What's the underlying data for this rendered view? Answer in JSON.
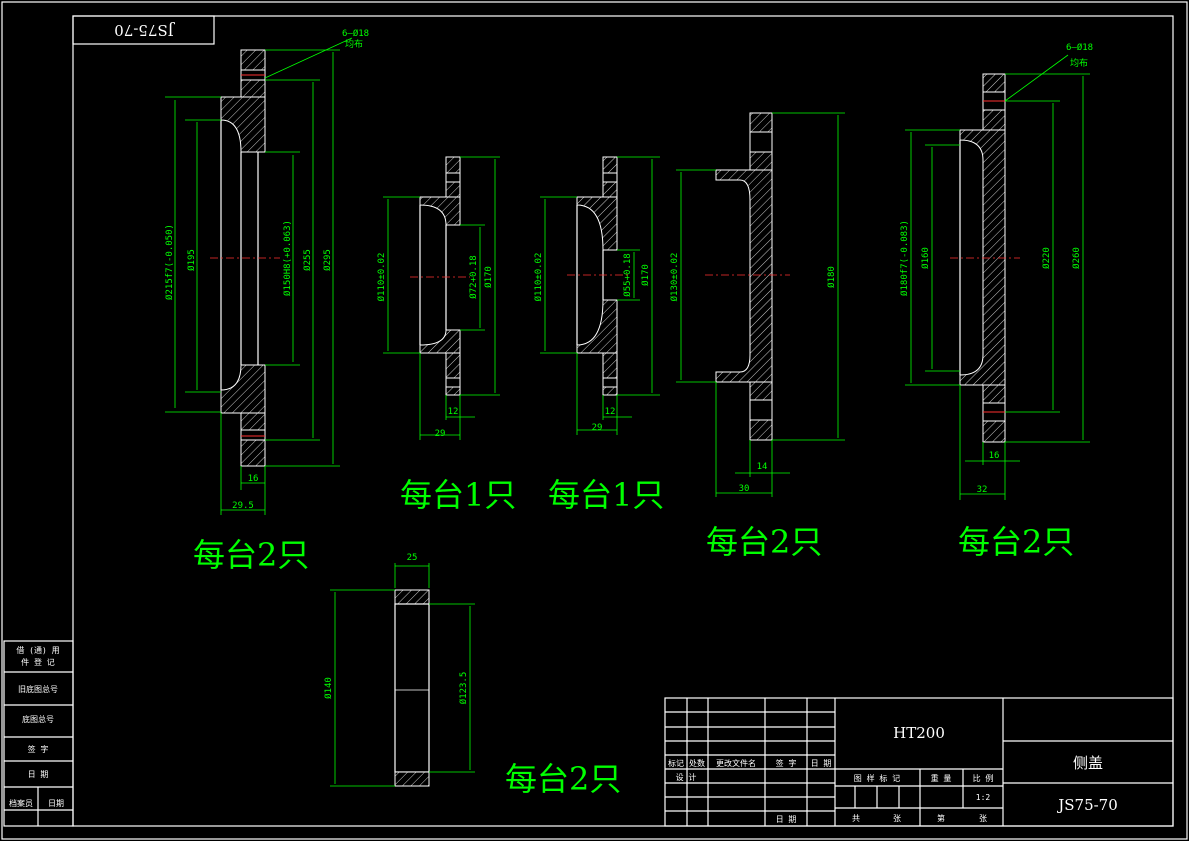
{
  "drawing_number_box": "JS75-70",
  "hole_note_1": {
    "line1": "6—Ø18",
    "line2": "均布"
  },
  "hole_note_2": {
    "line1": "6—Ø18",
    "line2": "均布"
  },
  "part1": {
    "quantity": "每台2只",
    "dims": {
      "d1": "Ø215f7(-0.050)",
      "d2": "Ø195",
      "d3": "Ø150H8(+0.063)",
      "d4": "Ø255",
      "d5": "Ø295",
      "w1": "16",
      "w2": "29.5"
    }
  },
  "part2": {
    "quantity": "每台1只",
    "dims": {
      "d1": "Ø110±0.02",
      "d2": "Ø72+0.18",
      "d3": "Ø170",
      "w1": "12",
      "w2": "29"
    }
  },
  "part3": {
    "quantity": "每台1只",
    "dims": {
      "d1": "Ø110±0.02",
      "d2": "Ø55+0.18",
      "d3": "Ø170",
      "w1": "12",
      "w2": "29"
    }
  },
  "part4": {
    "quantity": "每台2只",
    "dims": {
      "d1": "Ø130±0.02",
      "d2": "Ø180",
      "w1": "14",
      "w2": "30"
    }
  },
  "part5": {
    "quantity": "每台2只",
    "dims": {
      "d1": "Ø180f7(-0.083)",
      "d2": "Ø160",
      "d3": "Ø220",
      "d4": "Ø260",
      "w1": "16",
      "w2": "32"
    }
  },
  "part6": {
    "quantity": "每台2只",
    "dims": {
      "width": "25",
      "d1": "Ø140",
      "d2": "Ø123.5"
    }
  },
  "left_strip": {
    "r1a": "借 (通) 用",
    "r1b": "件 登 记",
    "r2": "旧底图总号",
    "r3": "底图总号",
    "r4": "签 字",
    "r5": "日 期",
    "r6a": "档案员",
    "r6b": "日期"
  },
  "title_block": {
    "material": "HT200",
    "part_name": "侧盖",
    "drawing_no": "JS75-70",
    "rev_headers": [
      "标记",
      "处数",
      "更改文件名",
      "签 字",
      "日 期"
    ],
    "design": "设 计",
    "date_label": "日 期",
    "stage_headers": [
      "图 样 标 记",
      "重 量",
      "比 例"
    ],
    "scale": "1:2",
    "sheet_total": "共",
    "sheet_word": "张",
    "sheet_no": "第",
    "sheet_word2": "张"
  }
}
